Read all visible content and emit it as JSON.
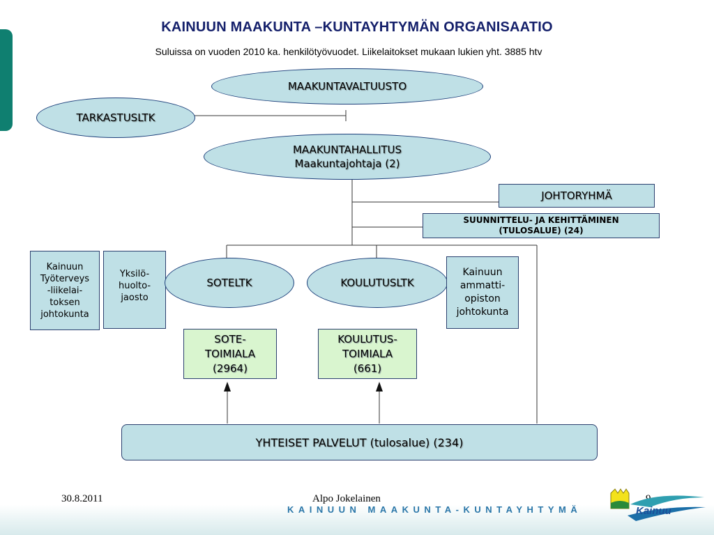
{
  "header": {
    "title": "KAINUUN MAAKUNTA –KUNTAYHTYMÄN ORGANISAATIO",
    "subtitle": "Suluissa on vuoden 2010 ka. henkilötyövuodet. Liikelaitokset mukaan lukien yht. 3885 htv"
  },
  "nodes": {
    "maakuntavaltuusto": "MAAKUNTAVALTUUSTO",
    "tarkastusltk": "TARKASTUSLTK",
    "maakuntahallitus": "MAAKUNTAHALLITUS",
    "maakuntajohtaja": "Maakuntajohtaja  (2)",
    "johtoryhma": "JOHTORYHMÄ",
    "suunnittelu_line1": "SUUNNITTELU- JA KEHITTÄMINEN",
    "suunnittelu_line2": "(TULOSALUE)  (24)",
    "tyoterveys": [
      "Kainuun",
      "Työterveys",
      "-liikelai-",
      "toksen",
      "johtokunta"
    ],
    "yksilohuolto": [
      "Yksilö-",
      "huolto-",
      "jaosto"
    ],
    "soteltk": "SOTELTK",
    "koulutusltk": "KOULUTUSLTK",
    "ammattiopisto": [
      "Kainuun",
      "ammatti-",
      "opiston",
      "johtokunta"
    ],
    "sote_toimiala": [
      "SOTE-",
      "TOIMIALA",
      "(2964)"
    ],
    "koulutus_toimiala": [
      "KOULUTUS-",
      "TOIMIALA",
      "(661)"
    ],
    "yhteiset_palvelut": "YHTEISET PALVELUT (tulosalue) (234)"
  },
  "footer": {
    "date": "30.8.2011",
    "author": "Alpo Jokelainen",
    "page": "9",
    "brand": "KAINUUN MAAKUNTA-KUNTAYHTYMÄ",
    "logo_text": "Kainuu"
  },
  "colors": {
    "title": "#15206b",
    "node_fill": "#bfe0e6",
    "toimiala_fill": "#d9f5cf",
    "accent_tab": "#0f7f70"
  }
}
